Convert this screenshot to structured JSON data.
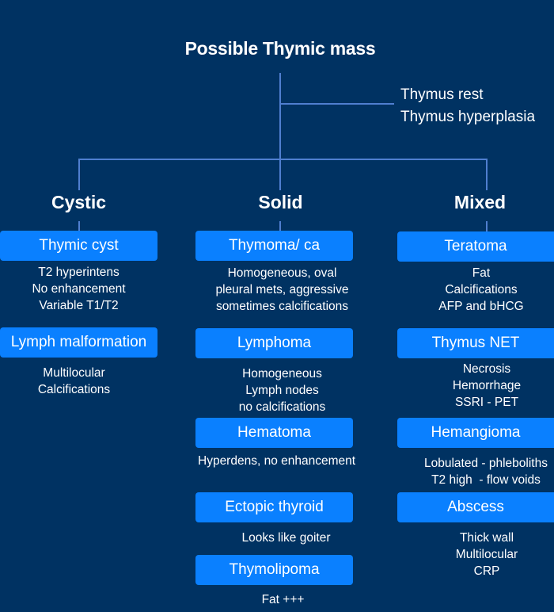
{
  "title": "Possible Thymic mass",
  "side_notes": [
    "Thymus rest",
    "Thymus hyperplasia"
  ],
  "colors": {
    "background": "#003262",
    "box": "#0a80ff",
    "connector": "#4f7fd0",
    "text": "#ffffff"
  },
  "categories": [
    {
      "name": "Cystic",
      "entities": [
        {
          "label": "Thymic cyst",
          "details": [
            "T2 hyperintens",
            "No enhancement",
            "Variable T1/T2"
          ]
        },
        {
          "label": "Lymph malformation",
          "details": [
            "Multilocular",
            "Calcifications"
          ]
        }
      ]
    },
    {
      "name": "Solid",
      "entities": [
        {
          "label": "Thymoma/ ca",
          "details": [
            "Homogeneous, oval",
            "pleural mets, aggressive",
            "sometimes calcifications"
          ]
        },
        {
          "label": "Lymphoma",
          "details": [
            "Homogeneous",
            "Lymph nodes",
            "no calcifications"
          ]
        },
        {
          "label": "Hematoma",
          "details": [
            "Hyperdens, no enhancement"
          ]
        },
        {
          "label": "Ectopic thyroid",
          "details": [
            "Looks like goiter"
          ]
        },
        {
          "label": "Thymolipoma",
          "details": [
            "Fat +++"
          ]
        }
      ]
    },
    {
      "name": "Mixed",
      "entities": [
        {
          "label": "Teratoma",
          "details": [
            "Fat",
            "Calcifications",
            "AFP and bHCG"
          ]
        },
        {
          "label": "Thymus NET",
          "details": [
            "Necrosis",
            "Hemorrhage",
            "SSRI - PET"
          ]
        },
        {
          "label": "Hemangioma",
          "details": [
            "Lobulated - phleboliths",
            "T2 high  - flow voids"
          ]
        },
        {
          "label": "Abscess",
          "details": [
            "Thick wall",
            "Multilocular",
            "CRP"
          ]
        }
      ]
    }
  ]
}
